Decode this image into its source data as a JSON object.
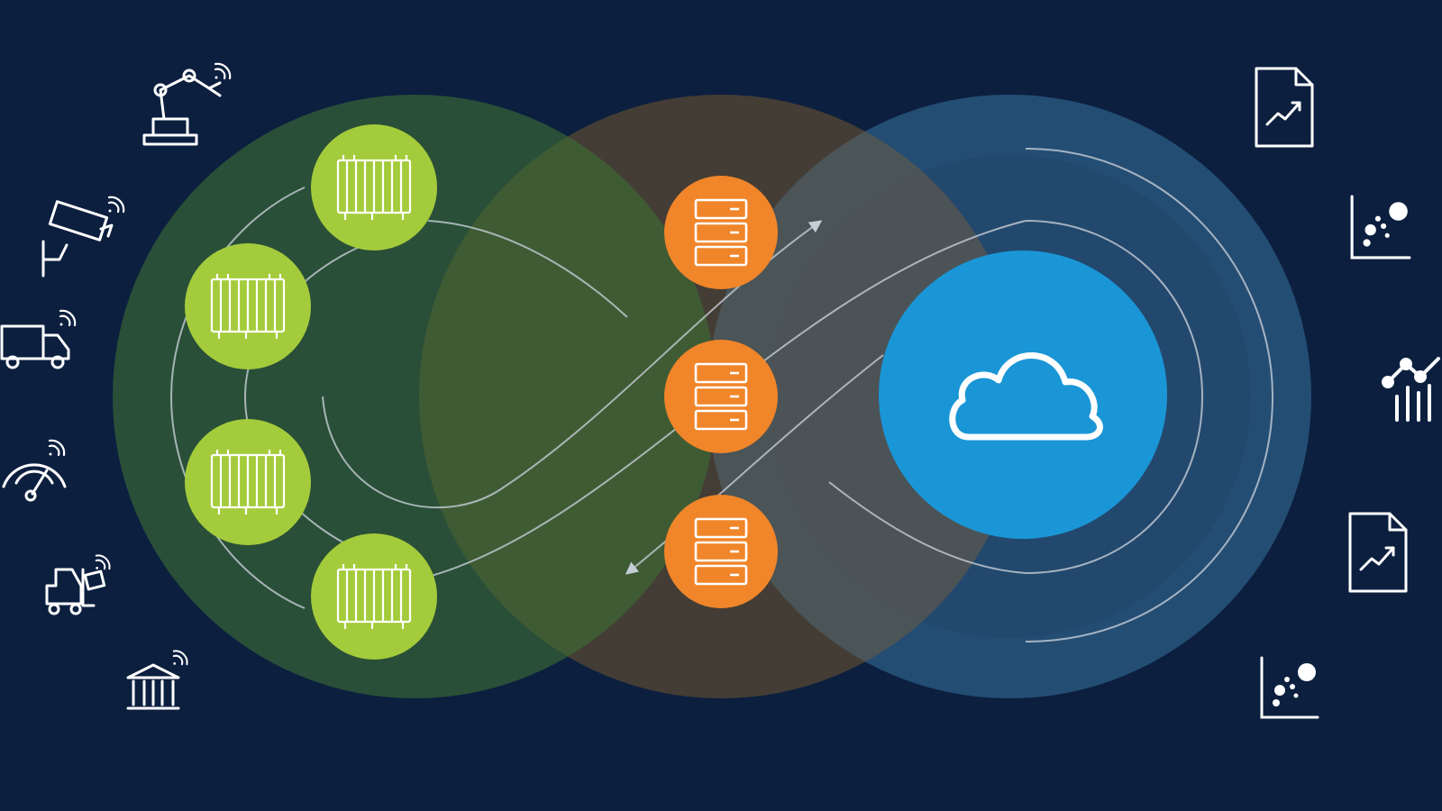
{
  "colors": {
    "background": "#0c1f3f",
    "edge_zone": "#2e5c34",
    "edge_node": "#a4cb3b",
    "fog_zone": "#4a3d2c",
    "fog_node": "#f0852a",
    "cloud_zone_outer": "#0f3b67",
    "cloud_zone_inner": "#0d3460",
    "cloud_node": "#1a96d6",
    "line": "#c5cdd6",
    "icon": "#ffffff"
  },
  "layers": [
    {
      "name": "edge-layer",
      "node_icon": "gateway-icon",
      "node_count": 4
    },
    {
      "name": "fog-layer",
      "node_icon": "server-icon",
      "node_count": 3
    },
    {
      "name": "cloud-layer",
      "node_icon": "cloud-icon",
      "node_count": 1
    }
  ],
  "left_icons": [
    "robot-arm-icon",
    "security-camera-icon",
    "delivery-truck-icon",
    "gauge-icon",
    "forklift-icon",
    "building-icon"
  ],
  "right_icons": [
    "report-document-icon",
    "scatter-plot-icon",
    "combo-chart-icon",
    "report-document-icon",
    "scatter-plot-icon"
  ]
}
